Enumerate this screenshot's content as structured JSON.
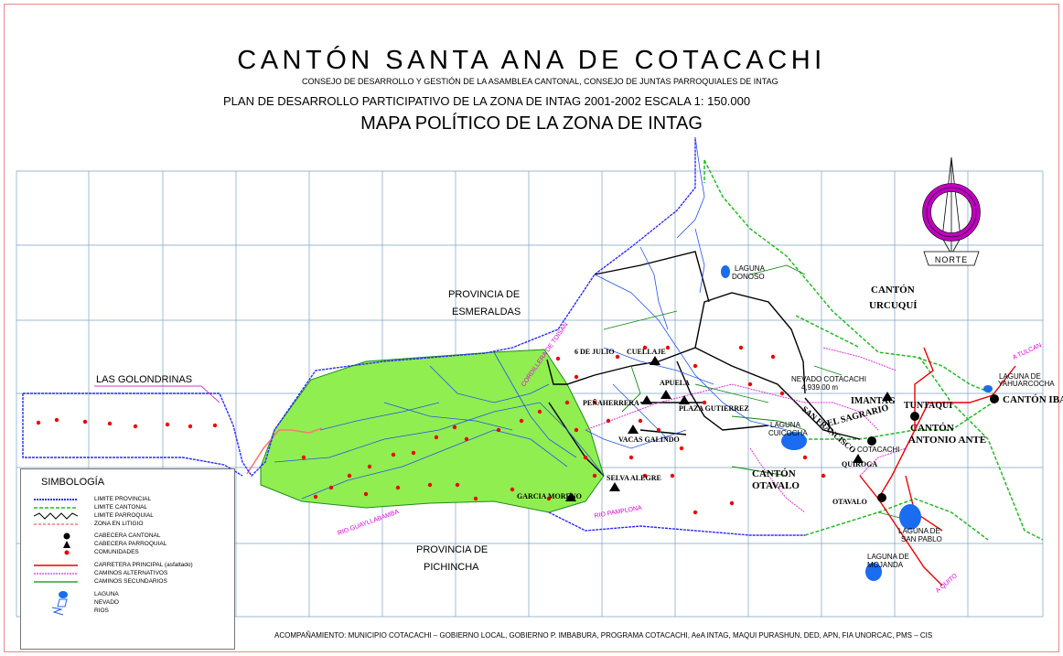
{
  "header": {
    "title": "CANTÓN SANTA ANA DE COTACACHI",
    "subtitle": "CONSEJO DE DESARROLLO Y GESTIÓN DE LA ASAMBLEA CANTONAL,     CONSEJO DE JUNTAS PARROQUIALES DE INTAG",
    "plan_line": "PLAN DE DESARROLLO PARTICIPATIVO DE LA ZONA DE INTAG 2001-2002     ESCALA 1:  150.000",
    "map_title": "MAPA POLÍTICO DE LA ZONA DE INTAG"
  },
  "compass": {
    "label": "NORTE",
    "ring_color": "#c000c0"
  },
  "colors": {
    "protected_area": "#90ee50",
    "provincial_limit": "#2a2aff",
    "cantonal_limit": "#22bb22",
    "parish_limit": "#000000",
    "dispute_zone": "#ff7777",
    "main_road": "#ee0000",
    "alt_road": "#dd33dd",
    "secondary_road": "#118811",
    "river": "#2255ee",
    "lagoon": "#1a6cf0",
    "community": "#ee0000"
  },
  "places": {
    "prov_esmeraldas_1": "PROVINCIA DE",
    "prov_esmeraldas_2": "ESMERALDAS",
    "prov_pichincha_1": "PROVINCIA DE",
    "prov_pichincha_2": "PICHINCHA",
    "las_golondrinas": "LAS GOLONDRINAS",
    "laguna_donoso_1": "LAGUNA",
    "laguna_donoso_2": "DONOSO",
    "canton_urcuqui_1": "CANTÓN",
    "canton_urcuqui_2": "URCUQUÍ",
    "nevado_1": "NEVADO COTACACHI",
    "nevado_2": "4,939.00  m",
    "a_tulcan": "A TULCAN",
    "laguna_yahuarcocha_1": "LAGUNA DE",
    "laguna_yahuarcocha_2": "YAHUARCOCHA",
    "canton_ibarra": "CANTÓN  IBARRA",
    "imantag": "IMANTAG",
    "tuntaqui": "TUNTAQUI",
    "canton_antonio_ante_1": "CANTÓN",
    "canton_antonio_ante_2": "ANTONIO ANTE",
    "el_sagrario": "EL SAGRARIO",
    "cotacachi": "COTACACHI",
    "quiroga": "QUIROGA",
    "laguna_cuicocha_1": "LAGUNA",
    "laguna_cuicocha_2": "CUICOCHA",
    "san_francisco": "SAN FRANCISCO",
    "canton_otavalo_1": "CANTÓN",
    "canton_otavalo_2": "OTAVALO",
    "otavalo": "OTAVALO",
    "laguna_san_pablo_1": "LAGUNA DE",
    "laguna_san_pablo_2": "SAN PABLO",
    "laguna_mojanda_1": "LAGUNA DE",
    "laguna_mojanda_2": "MOJANDA",
    "a_quito": "A QUITO",
    "seis_de_julio": "6 DE JULIO",
    "cuellaje": "CUELLAJE",
    "apuela": "APUELA",
    "penaherrera": "PEÑAHERRERA",
    "plaza_gutierrez": "PLAZA GUTIERREZ",
    "vacas_galindo": "VACAS GALINDO",
    "selva_alegre": "SELVA ALEGRE",
    "garcia_moreno": "GARCIA MORENO",
    "cordillera_toisan": "CORDILLERA DE TOISAN",
    "rio_guayllabamba": "RIO GUAYLLABAMBA",
    "rio_pamplona": "RIO PAMPLONA"
  },
  "legend": {
    "title": "SIMBOLOGÍA",
    "items": [
      {
        "label": "LIMITE PROVINCIAL"
      },
      {
        "label": "LIMITE CANTONAL"
      },
      {
        "label": "LIMITE PARROQUIAL"
      },
      {
        "label": "ZONA EN LITIGIO"
      },
      {
        "label": "CABECERA CANTONAL"
      },
      {
        "label": "CABECERA PARROQUIAL"
      },
      {
        "label": "COMUNIDADES"
      },
      {
        "label": "CARRETERA PRINCIPAL (asfaltado)"
      },
      {
        "label": "CAMINOS ALTERNATIVOS"
      },
      {
        "label": "CAMINOS SECUNDARIOS"
      },
      {
        "label": "LAGUNA"
      },
      {
        "label": "NEVADO"
      },
      {
        "label": "RIOS"
      }
    ]
  },
  "footer": "ACOMPAÑAMIENTO: MUNICIPIO COTACACHI  –  GOBIERNO LOCAL, GOBIERNO P. IMBABURA, PROGRAMA COTACACHI, AeA INTAG, MAQUI PURASHUN, DED, APN, FIA UNORCAC, PMS  –  CIS"
}
